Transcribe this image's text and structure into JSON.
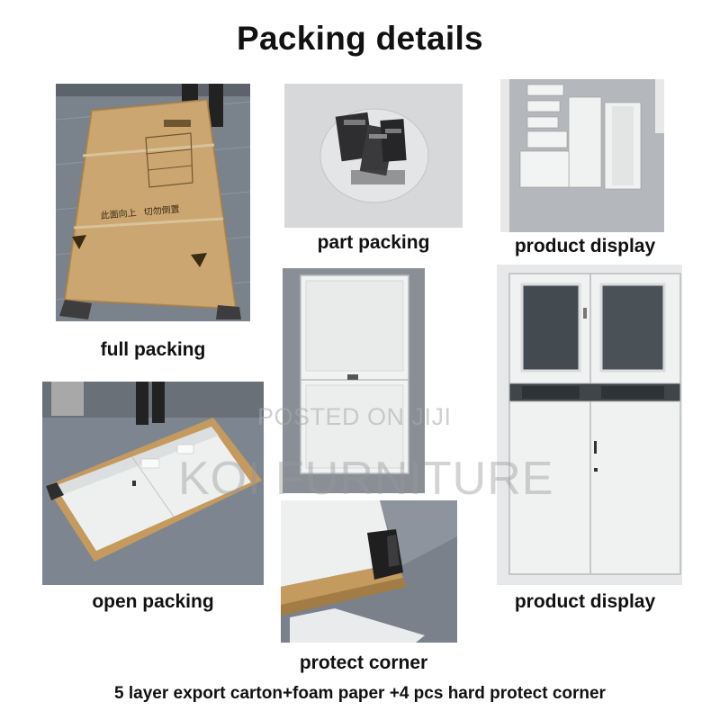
{
  "title": "Packing details",
  "captions": {
    "full_packing": "full packing",
    "part_packing": "part packing",
    "product_display_top": "product display",
    "open_packing": "open packing",
    "protect_corner": "protect corner",
    "product_display_bottom": "product display"
  },
  "carton_print": {
    "label_1": "此面向上",
    "label_2": "切勿倒置"
  },
  "watermark": {
    "line1": "POSTED ON JIJI",
    "line2": "KOI FURNITURE"
  },
  "footer": "5 layer export carton+foam paper +4 pcs hard protect corner",
  "colors": {
    "carton": "#c49a5e",
    "floor": "#7d8590",
    "steel_white": "#eceeee",
    "background": "#ffffff"
  }
}
